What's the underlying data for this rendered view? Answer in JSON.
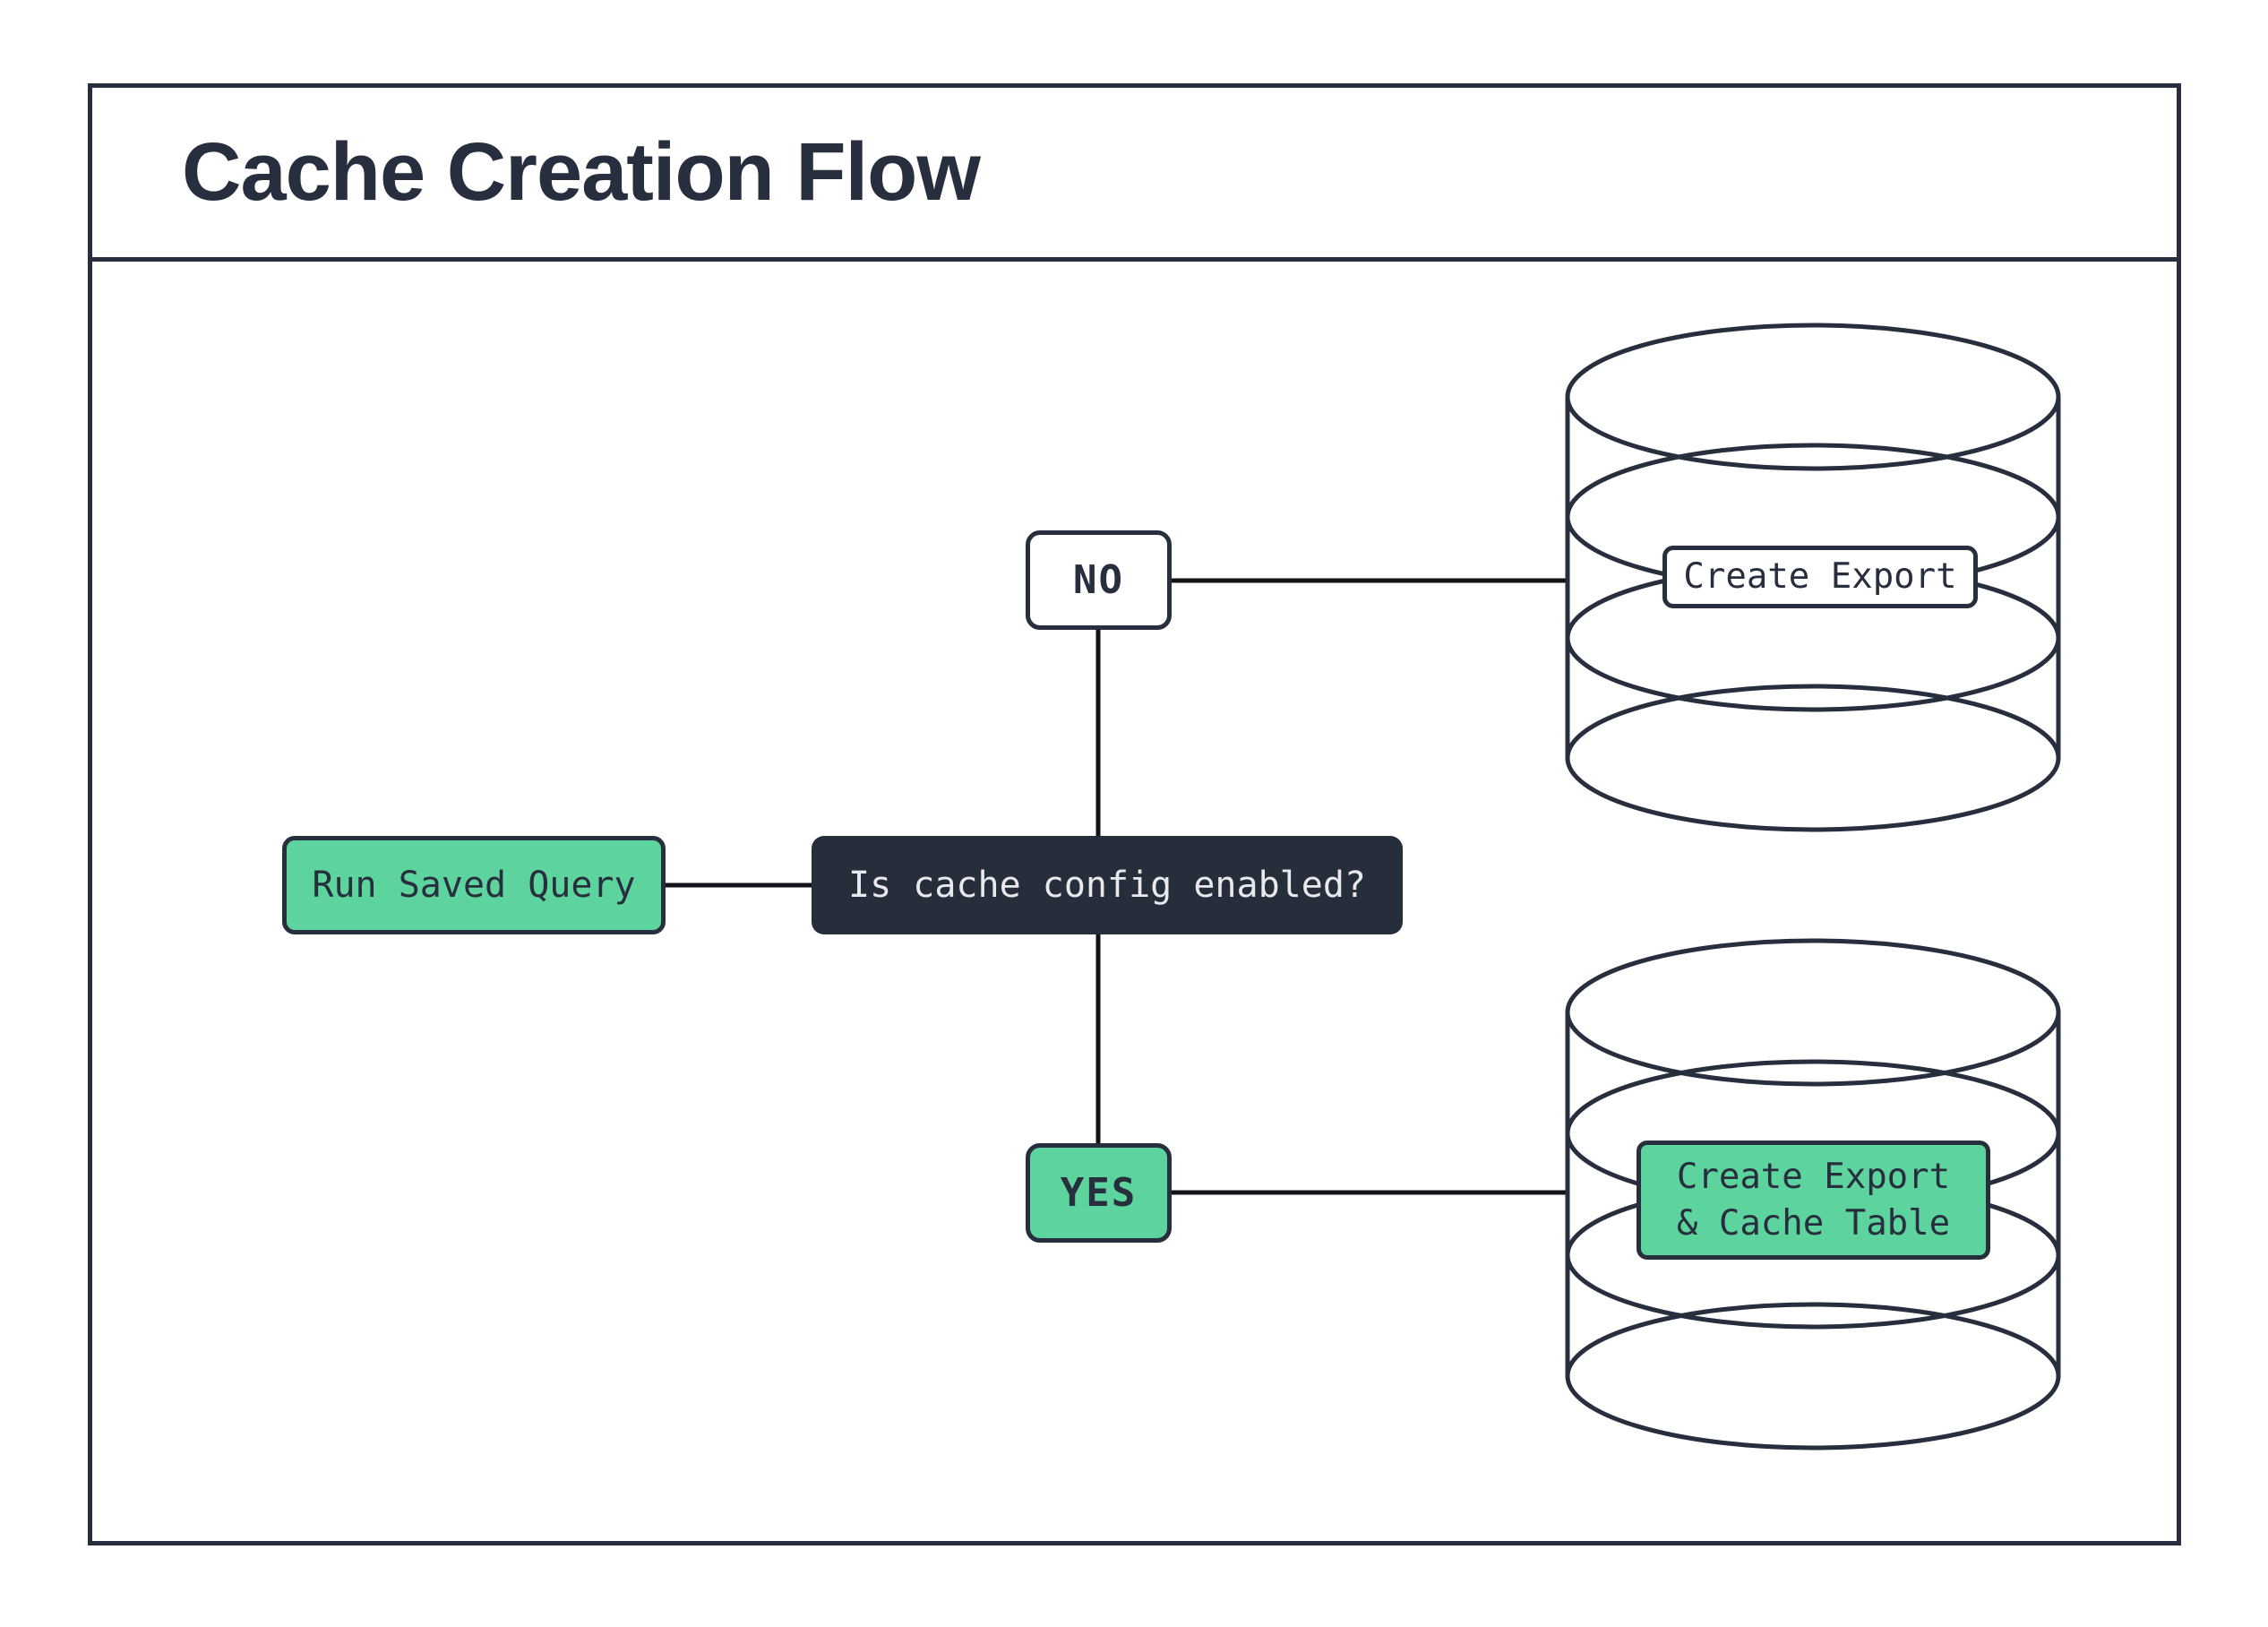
{
  "title": "Cache Creation Flow",
  "nodes": {
    "run_saved_query": "Run Saved Query",
    "question": "Is cache config enabled?",
    "no": "NO",
    "yes": "YES",
    "create_export": "Create Export",
    "create_export_cache_line1": "Create Export",
    "create_export_cache_line2": "& Cache Table"
  },
  "icons": {
    "top_right": "database-icon",
    "bottom_right": "database-icon"
  },
  "colors": {
    "ink": "#272e3d",
    "green": "#5dd39d",
    "dark_fill": "#262d3b",
    "light_text": "#e8e9ec",
    "connector": "#111318",
    "paper": "#ffffff"
  }
}
